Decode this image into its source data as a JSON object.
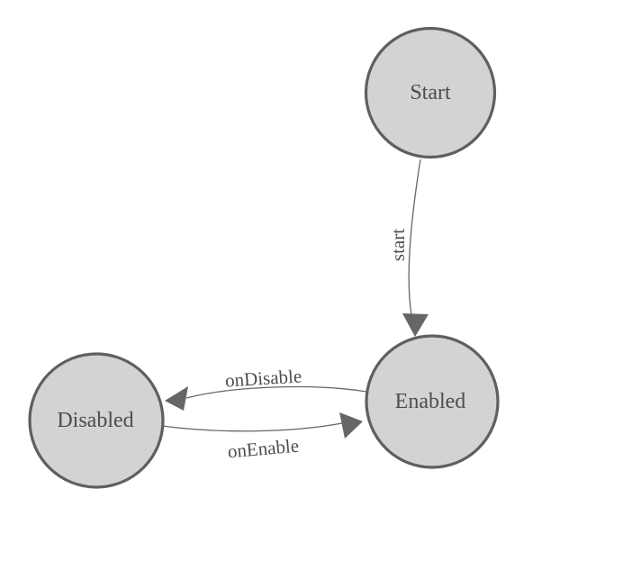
{
  "diagram": {
    "type": "state-machine",
    "nodes": [
      {
        "id": "start",
        "label": "Start"
      },
      {
        "id": "enabled",
        "label": "Enabled"
      },
      {
        "id": "disabled",
        "label": "Disabled"
      }
    ],
    "edges": [
      {
        "from": "Start",
        "to": "Enabled",
        "label": "start"
      },
      {
        "from": "Enabled",
        "to": "Disabled",
        "label": "onDisable"
      },
      {
        "from": "Disabled",
        "to": "Enabled",
        "label": "onEnable"
      }
    ]
  },
  "colors": {
    "background": "#ffffff",
    "node_fill": "#d3d3d3",
    "node_stroke": "#5f5f5f",
    "edge_stroke": "#666666",
    "arrow_fill": "#666666",
    "text": "#4d4d4d"
  }
}
